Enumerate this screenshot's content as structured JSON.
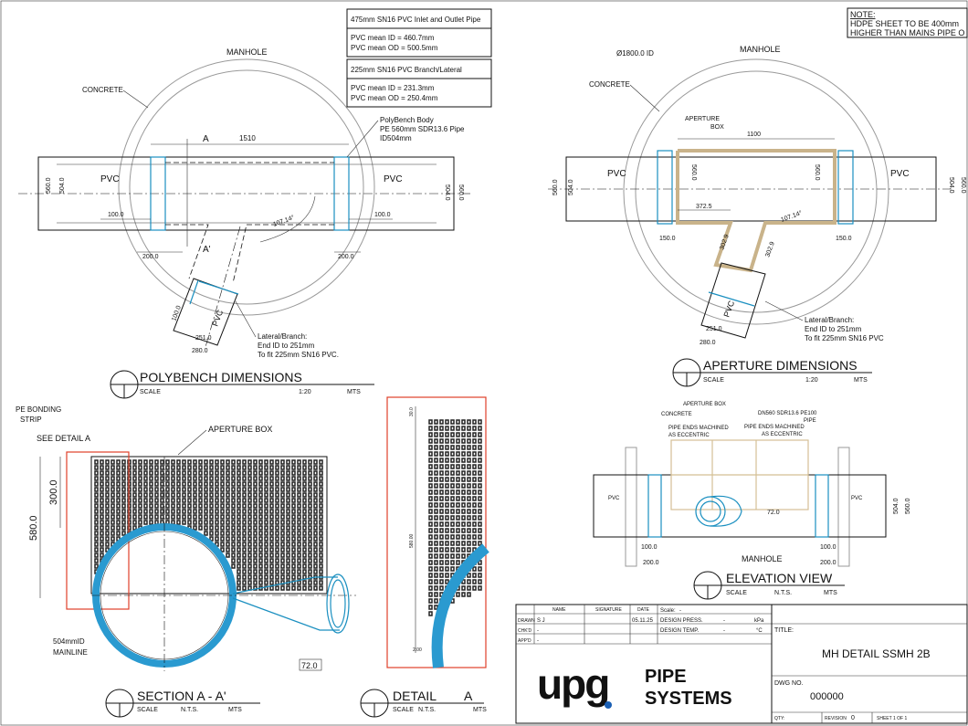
{
  "notes": {
    "pipe_475": [
      "475mm SN16 PVC Inlet and Outlet Pipe",
      "PVC mean ID = 460.7mm",
      "PVC mean OD = 500.5mm"
    ],
    "pipe_225": [
      "225mm SN16 PVC Branch/Lateral",
      "PVC mean ID = 231.3mm",
      "PVC mean OD = 250.4mm"
    ],
    "note_title": "NOTE:",
    "note_lines": [
      "HDPE SHEET TO BE 400mm",
      "HIGHER THAN MAINS PIPE O"
    ]
  },
  "polybench": {
    "manhole": "MANHOLE",
    "concrete": "CONCRETE",
    "section_a": "A",
    "section_a_prime": "A'",
    "dim_1510": "1510",
    "polybench_body": [
      "PolyBench Body",
      "PE 560mm SDR13.6 Pipe",
      "ID504mm"
    ],
    "pvc": "PVC",
    "dim_560": "560.0",
    "dim_504": "504.0",
    "dim_100": "100.0",
    "dim_200": "200.0",
    "angle": "107.14°",
    "dim_251": "251.0",
    "dim_280": "280.0",
    "lateral": [
      "Lateral/Branch:",
      "End ID to 251mm",
      "To fit 225mm SN16 PVC."
    ],
    "title": "POLYBENCH DIMENSIONS",
    "scale_label": "SCALE",
    "scale_value": "1:20",
    "units": "MTS"
  },
  "aperture": {
    "id_label": "Ø1800.0 ID",
    "manhole": "MANHOLE",
    "concrete": "CONCRETE",
    "aperture_box": [
      "APERTURE",
      "BOX"
    ],
    "dim_1100": "1100",
    "dim_560": "560.0",
    "dim_504": "504.0",
    "dim_372": "372.5",
    "dim_150": "150.0",
    "dim_302": "302.9",
    "angle": "107.14°",
    "pvc": "PVC",
    "dim_251": "251.0",
    "dim_280": "280.0",
    "lateral": [
      "Lateral/Branch:",
      "End ID to 251mm",
      "To fit 225mm SN16 PVC"
    ],
    "title": "APERTURE DIMENSIONS",
    "scale_label": "SCALE",
    "scale_value": "1:20",
    "units": "MTS"
  },
  "section": {
    "pe_bonding": [
      "PE BONDING",
      "STRIP"
    ],
    "see_detail": "SEE DETAIL A",
    "aperture_box": "APERTURE BOX",
    "dim_300": "300.0",
    "dim_580": "580.0",
    "mainline": [
      "504mmID",
      "MAINLINE"
    ],
    "dim_72": "72.0",
    "title": "SECTION A - A'",
    "scale_label": "SCALE",
    "scale_value": "N.T.S.",
    "units": "MTS"
  },
  "detail": {
    "dim_top": "30.0",
    "dim_mid": "580.00",
    "dim_bot": "2.00",
    "title": "DETAIL",
    "letter": "A",
    "scale_label": "SCALE",
    "scale_value": "N.T.S.",
    "units": "MTS"
  },
  "elevation": {
    "aperture_box": "APERTURE BOX",
    "concrete": "CONCRETE",
    "pe_pipe": [
      "DN560 SDR13.6 PE100",
      "PIPE"
    ],
    "machined_left": [
      "PIPE ENDS MACHINED",
      "AS ECCENTRIC"
    ],
    "machined_right": [
      "PIPE ENDS MACHINED",
      "AS ECCENTRIC"
    ],
    "pvc": "PVC",
    "dim_72": "72.0",
    "dim_100": "100.0",
    "dim_200": "200.0",
    "dim_504": "504.0",
    "dim_560": "560.0",
    "manhole": "MANHOLE",
    "title": "ELEVATION VIEW",
    "scale_label": "SCALE",
    "scale_value": "N.T.S.",
    "units": "MTS"
  },
  "title_block": {
    "headers": [
      "NAME",
      "SIGNATURE",
      "DATE"
    ],
    "scale_label": "Scale:",
    "scale_value": "-",
    "rows": [
      {
        "label": "DRAWN",
        "name": "S J",
        "date": "05.11.25",
        "field": "DESIGN PRESS.",
        "value": "-",
        "unit": "kPa"
      },
      {
        "label": "CHK'D",
        "name": "-",
        "date": "",
        "field": "DESIGN TEMP.",
        "value": "-",
        "unit": "°C"
      },
      {
        "label": "APP'D",
        "name": "-",
        "date": "",
        "field": "",
        "value": "",
        "unit": ""
      }
    ],
    "title_label": "TITLE:",
    "title": "MH DETAIL SSMH 2B",
    "dwg_label": "DWG NO.",
    "dwg_no": "000000",
    "qty_label": "QTY:",
    "revision_label": "REVISION",
    "revision": "0",
    "sheet": "SHEET 1 OF 1",
    "logo_text": "upg",
    "logo_sub": [
      "PIPE",
      "SYSTEMS"
    ],
    "logo_dot_color": "#1a5fb4"
  }
}
